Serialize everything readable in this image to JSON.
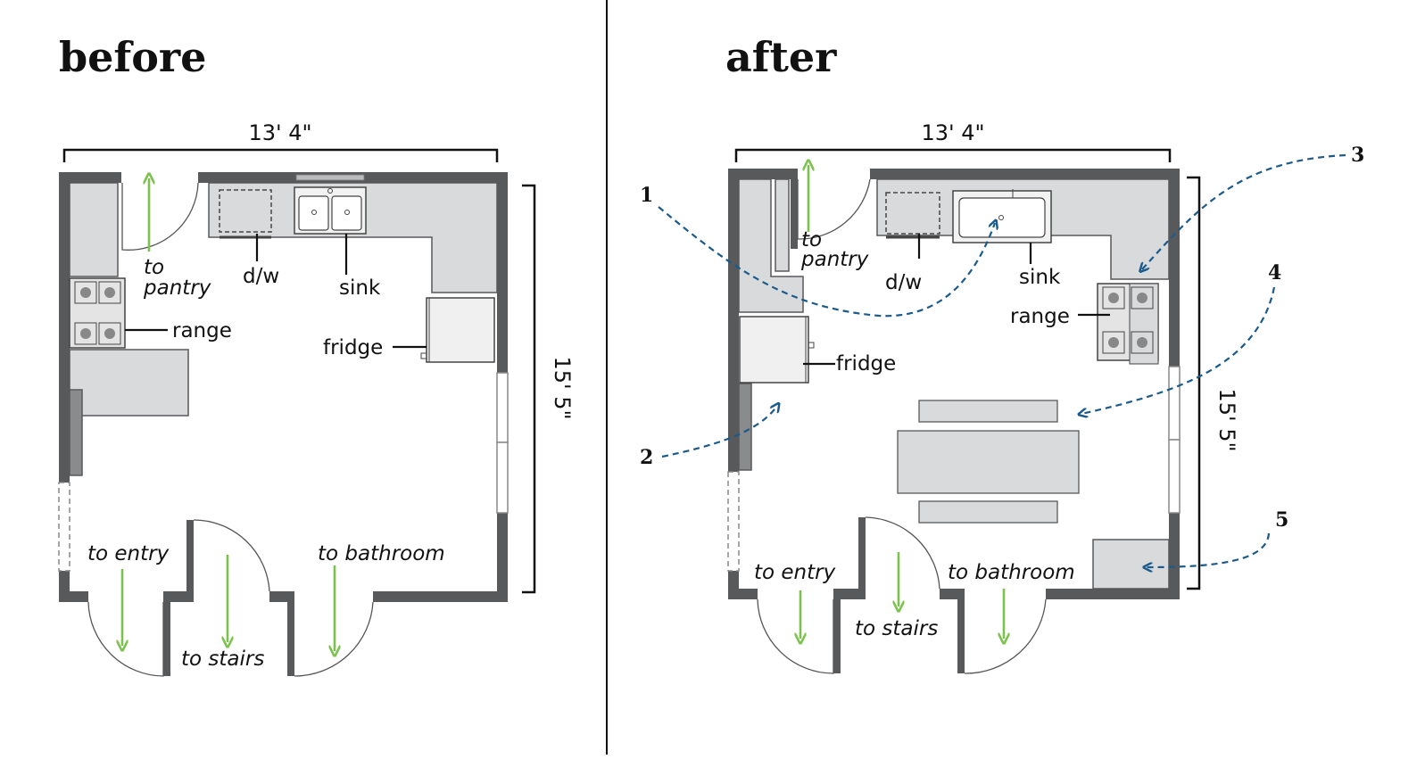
{
  "before": {
    "title": "before",
    "width_label": "13' 4\"",
    "height_label": "15' 5\"",
    "labels": {
      "to": "to",
      "pantry": "pantry",
      "dw": "d/w",
      "sink": "sink",
      "range": "range",
      "fridge": "fridge",
      "to_entry": "to entry",
      "to_stairs": "to stairs",
      "to_bathroom": "to bathroom"
    }
  },
  "after": {
    "title": "after",
    "width_label": "13' 4\"",
    "height_label": "15' 5\"",
    "labels": {
      "to": "to",
      "pantry": "pantry",
      "dw": "d/w",
      "sink": "sink",
      "range": "range",
      "fridge": "fridge",
      "to_entry": "to entry",
      "to_stairs": "to stairs",
      "to_bathroom": "to bathroom"
    },
    "callouts": [
      "1",
      "2",
      "3",
      "4",
      "5"
    ]
  },
  "colors": {
    "wall": "#58595b",
    "counter": "#d9dadb",
    "arrow_green": "#7cc24e",
    "callout_blue": "#1b5a8a",
    "table": "#d9dadb"
  }
}
